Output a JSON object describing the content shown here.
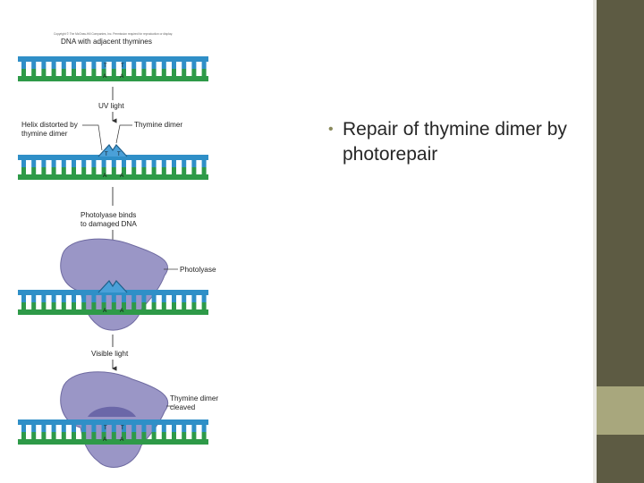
{
  "slide": {
    "bullets": [
      {
        "text": "Repair of thymine dimer by photorepair"
      }
    ]
  },
  "figure": {
    "copyright": "Copyright © The McGraw-Hill Companies, Inc. Permission required for reproduction or display.",
    "labels": {
      "dna_adjacent": "DNA with adjacent thymines",
      "uv_light": "UV light",
      "helix_distorted_line1": "Helix distorted by",
      "helix_distorted_line2": "thymine dimer",
      "thymine_dimer": "Thymine dimer",
      "photolyase_binds_line1": "Photolyase binds",
      "photolyase_binds_line2": "to damaged DNA",
      "photolyase": "Photolyase",
      "visible_light": "Visible light",
      "cleaved_line1": "Thymine dimer",
      "cleaved_line2": "cleaved"
    },
    "bases": {
      "thymine": "T",
      "adenine": "A"
    }
  },
  "colors": {
    "dna_top_strand": "#2f8fc7",
    "dna_bottom_strand": "#2e9a48",
    "photolyase": "#9a96c6",
    "sidebar": "#5d5b43",
    "sidebar_accent": "#a8a77d",
    "bullet": "#8a8a5c"
  }
}
